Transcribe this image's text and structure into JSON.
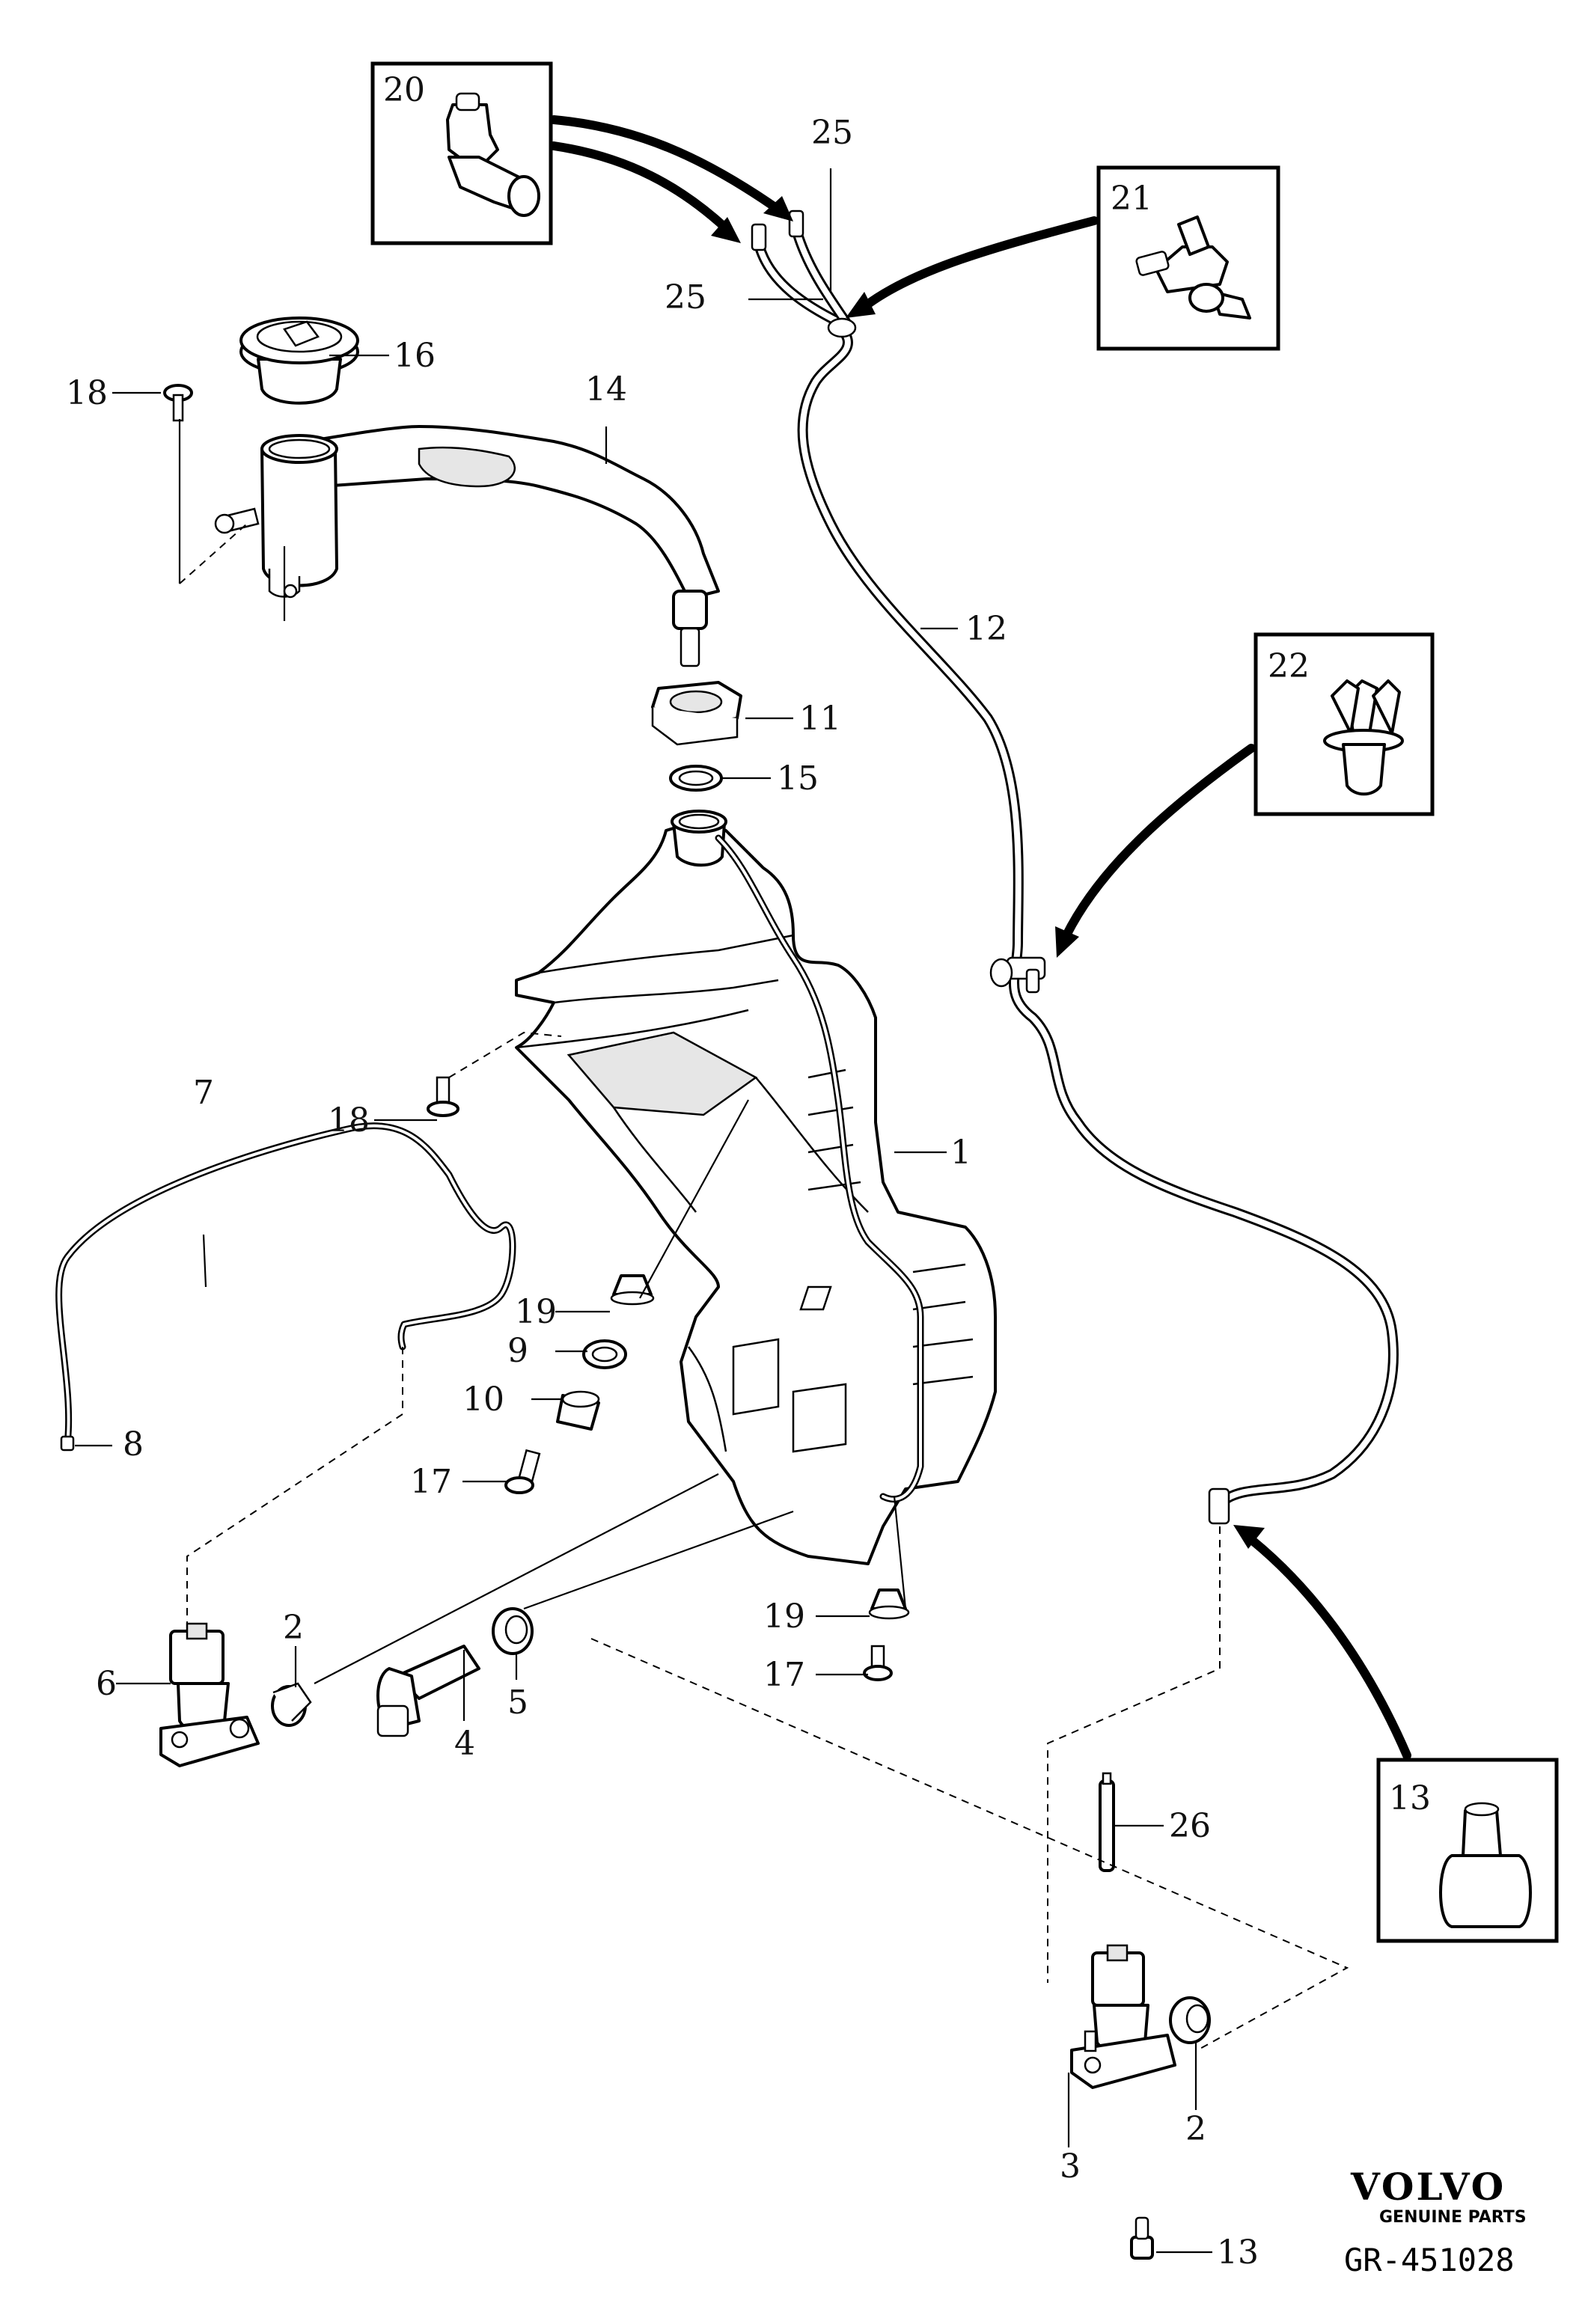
{
  "diagram": {
    "part_labels": {
      "l1": "1",
      "l2a": "2",
      "l2b": "2",
      "l3": "3",
      "l4": "4",
      "l5": "5",
      "l6": "6",
      "l7": "7",
      "l8": "8",
      "l9": "9",
      "l10": "10",
      "l11": "11",
      "l12": "12",
      "l13a": "13",
      "l13b": "13",
      "l14": "14",
      "l15": "15",
      "l16": "16",
      "l17a": "17",
      "l17b": "17",
      "l18a": "18",
      "l18b": "18",
      "l19a": "19",
      "l19b": "19",
      "l20": "20",
      "l21": "21",
      "l22": "22",
      "l25a": "25",
      "l25b": "25",
      "l26": "26"
    },
    "brand": "VOLVO",
    "brand_sub": "GENUINE PARTS",
    "drawing_code": "GR-451028"
  }
}
